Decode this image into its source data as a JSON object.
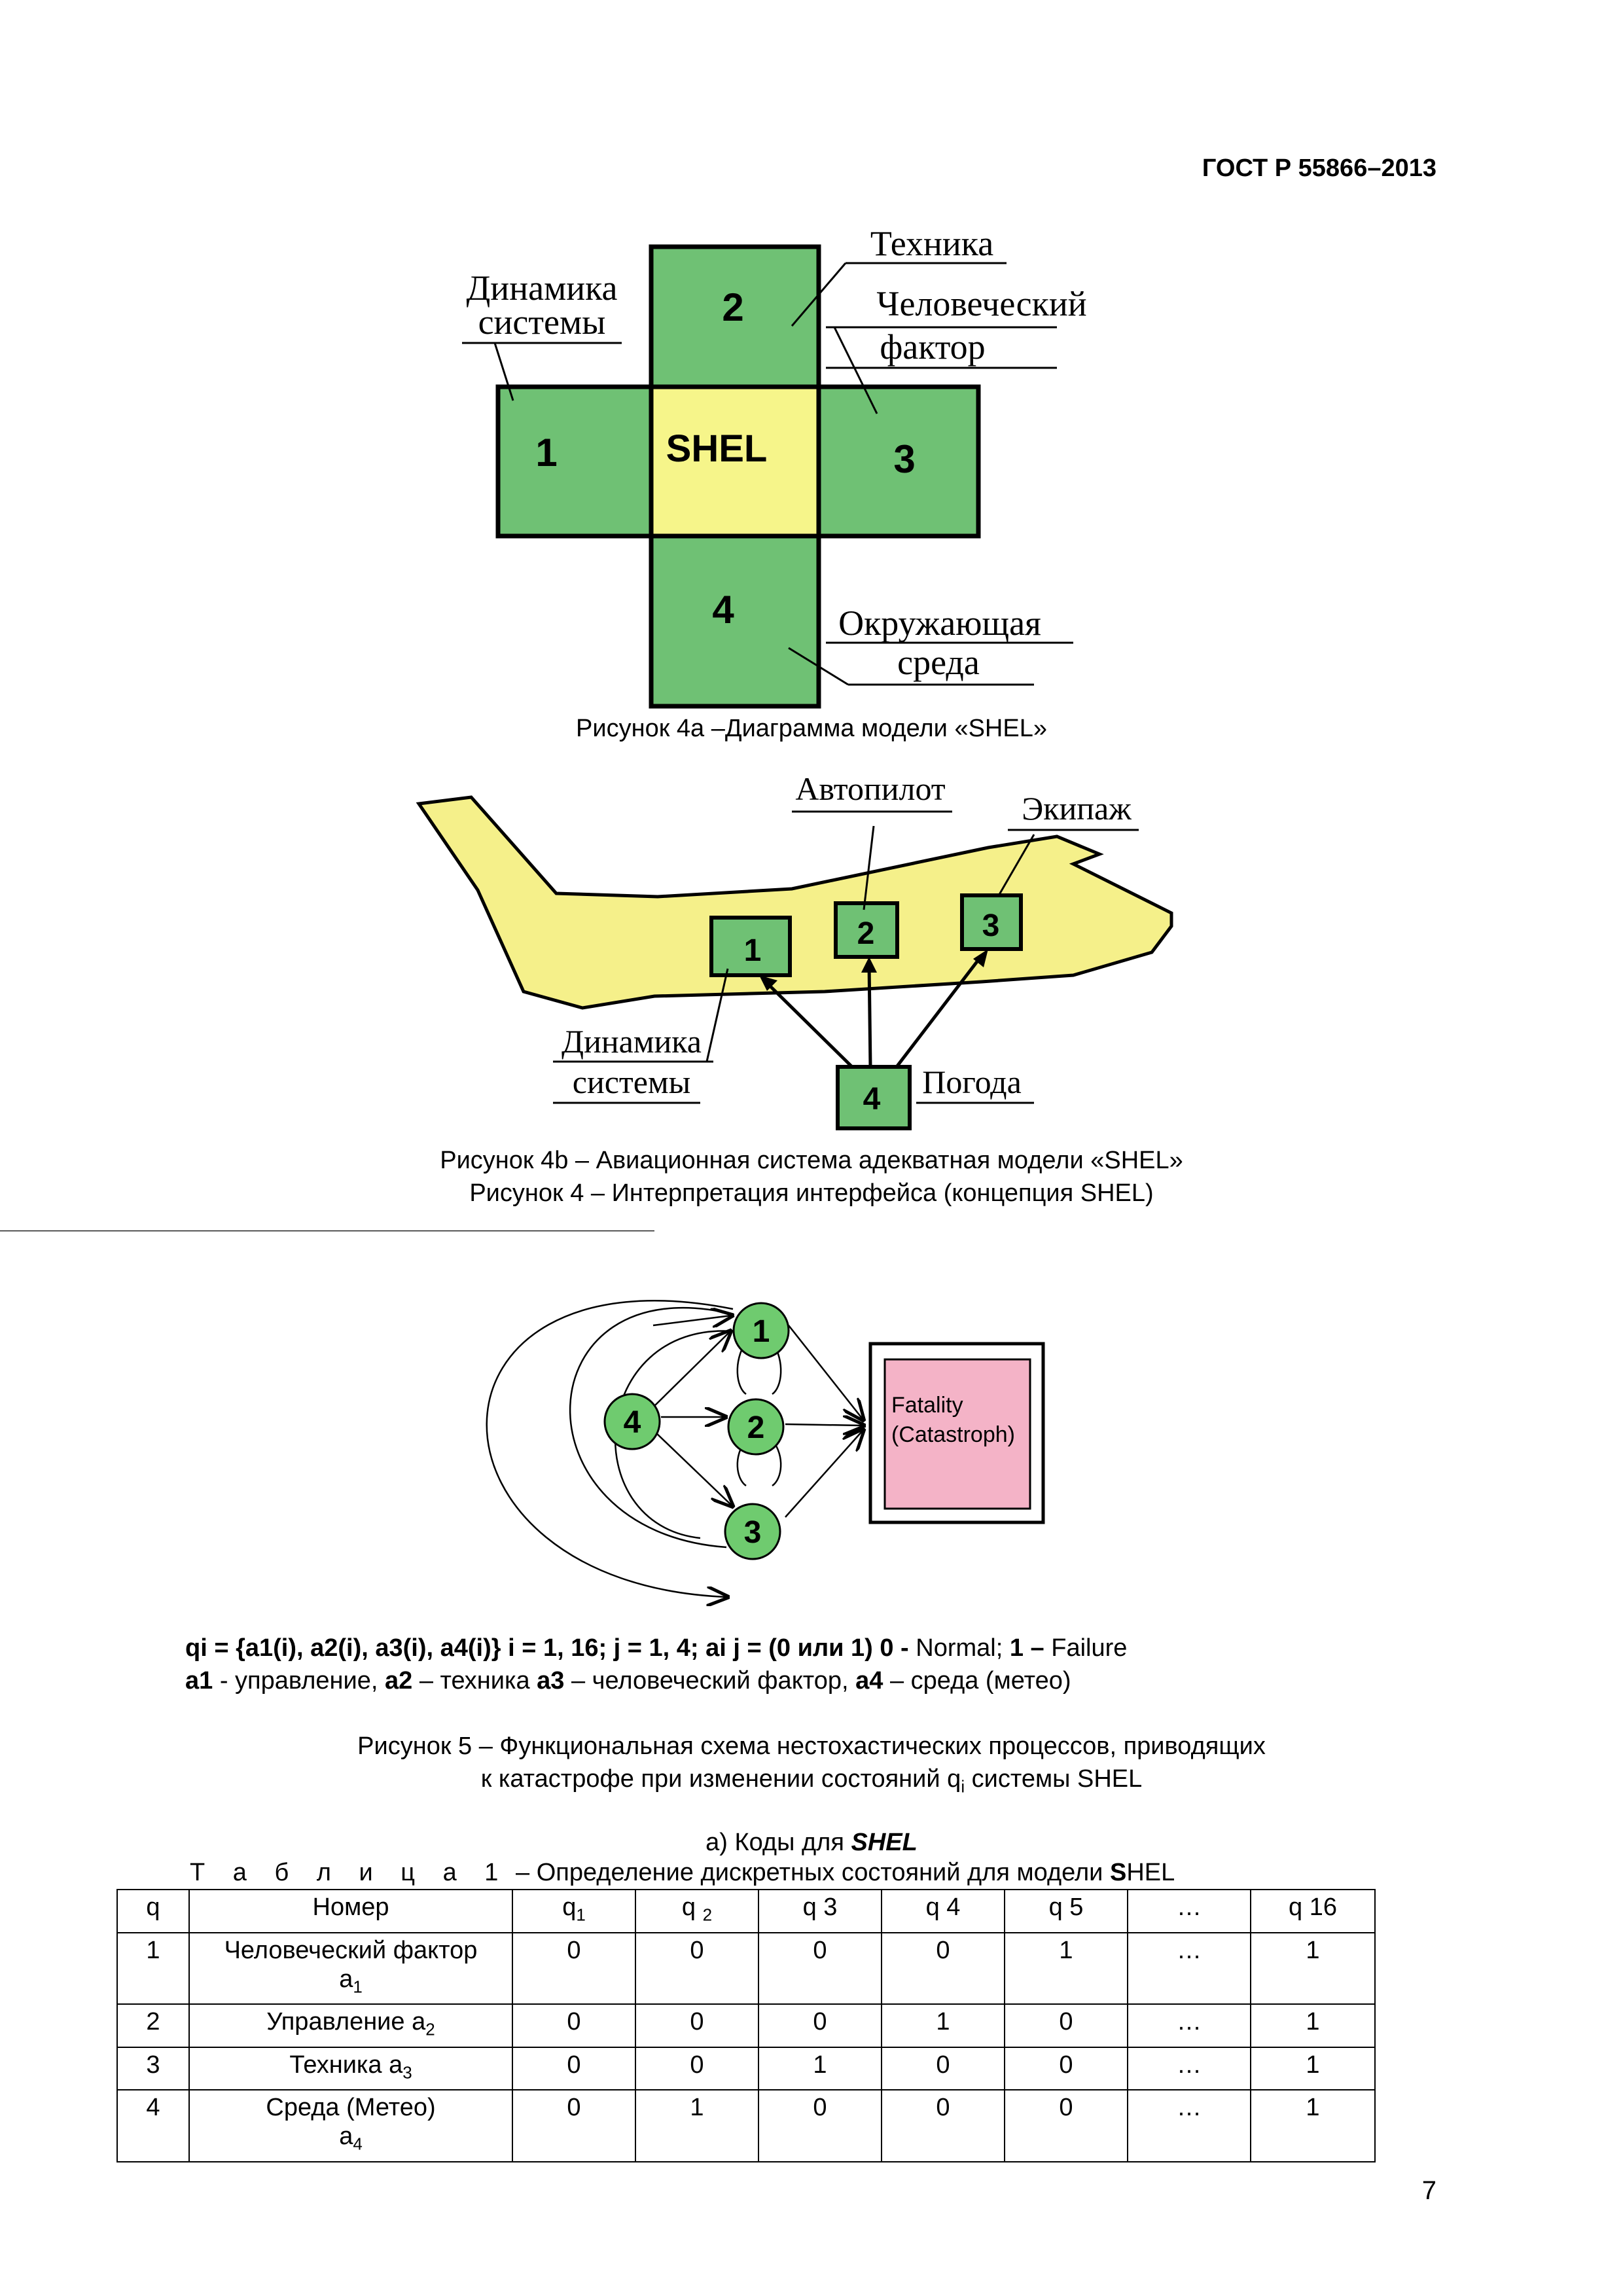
{
  "header": {
    "standard": "ГОСТ Р 55866–2013"
  },
  "fig4a": {
    "labels": {
      "dynamics_l1": "Динамика",
      "dynamics_l2": "системы",
      "technique": "Техника",
      "human_l1": "Человеческий",
      "human_l2": "фактор",
      "env_l1": "Окружающая",
      "env_l2": "среда"
    },
    "boxes": {
      "b1": "1",
      "b2": "2",
      "b3": "3",
      "b4": "4",
      "center": "SHEL"
    },
    "caption": "Рисунок 4a –Диаграмма модели «SHEL»",
    "colors": {
      "green": "#6fc174",
      "yellow": "#f6f58a"
    }
  },
  "fig4b": {
    "labels": {
      "autopilot": "Автопилот",
      "crew": "Экипаж",
      "dynamics_l1": "Динамика",
      "dynamics_l2": "системы",
      "weather": "Погода"
    },
    "boxes": {
      "b1": "1",
      "b2": "2",
      "b3": "3",
      "b4": "4"
    },
    "caption": "Рисунок 4b – Авиационная система адекватная модели «SHEL»",
    "caption2": "Рисунок 4 –  Интерпретация интерфейса (концепция SHEL)",
    "colors": {
      "plane": "#f5f08a"
    }
  },
  "fig5": {
    "nodes": {
      "n1": "1",
      "n2": "2",
      "n3": "3",
      "n4": "4"
    },
    "fatality_l1": "Fatality",
    "fatality_l2": "(Catastroph)",
    "colors": {
      "node": "#6fcb6f",
      "fatality": "#f4b3c7"
    }
  },
  "formula": {
    "line1": {
      "part1": "qi = {a1(i), a2(i), a3(i), a4(i)}  i = 1, 16;   j = 1, 4; ai j = (0 или 1)  0 - ",
      "normal": "Normal; ",
      "one": "1 – ",
      "failure": "Failure"
    },
    "line2": {
      "a1": "a1",
      "t1": " - управление, ",
      "a2": "a2",
      "t2": " – техника  ",
      "a3": "a3",
      "t3": " – человеческий фактор, ",
      "a4": "a4",
      "t4": " – среда (метео)"
    }
  },
  "fig5_caption": {
    "line1": "Рисунок 5 –  Функциональная схема нестохастических процессов, приводящих",
    "line2_a": "к катастрофе при изменении состояний q",
    "line2_sub": "i",
    "line2_b": " системы SHEL"
  },
  "table": {
    "codes_prefix": "а) Коды для ",
    "codes_bold": "SHEL",
    "title_spaced": "Т а б л и ц а   1",
    "title_rest": "  – Определение дискретных состояний для модели ",
    "title_s": "S",
    "title_hel": "HEL",
    "headers": {
      "q": "q",
      "num": "Номер",
      "c1": "q",
      "c1sub": "1",
      "c2": "q ",
      "c2sub": "2",
      "c3": "q 3",
      "c4": "q 4",
      "c5": "q 5",
      "c6": "…",
      "c7": "q 16"
    },
    "rows": [
      {
        "q": "1",
        "name": "Человеческий фактор",
        "sym": "a",
        "sub": "1",
        "v": [
          "0",
          "0",
          "0",
          "0",
          "1",
          "…",
          "1"
        ]
      },
      {
        "q": "2",
        "name": "Управление  a",
        "sym": "",
        "sub": "2",
        "v": [
          "0",
          "0",
          "0",
          "1",
          "0",
          "…",
          "1"
        ]
      },
      {
        "q": "3",
        "name": "Техника  a",
        "sym": "",
        "sub": "3",
        "v": [
          "0",
          "0",
          "1",
          "0",
          "0",
          "…",
          "1"
        ]
      },
      {
        "q": "4",
        "name": "Среда (Метео)",
        "sym": "a",
        "sub": "4",
        "v": [
          "0",
          "1",
          "0",
          "0",
          "0",
          "…",
          "1"
        ]
      }
    ]
  },
  "page_number": "7"
}
